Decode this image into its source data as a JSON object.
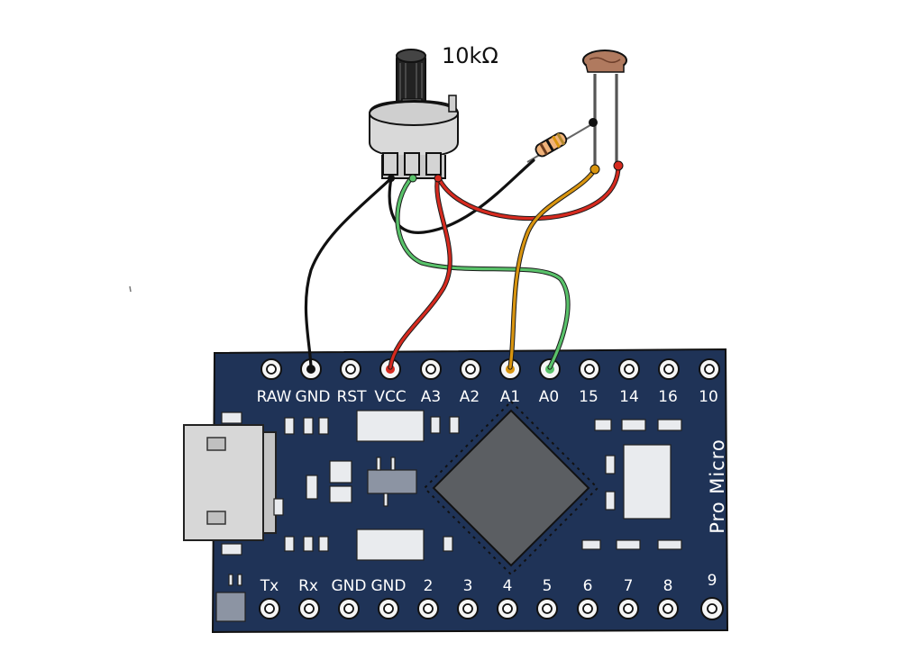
{
  "potentiometer": {
    "label": "10kΩ"
  },
  "board": {
    "name": "Pro Micro",
    "top_pins": [
      "RAW",
      "GND",
      "RST",
      "VCC",
      "A3",
      "A2",
      "A1",
      "A0",
      "15",
      "14",
      "16",
      "10"
    ],
    "bottom_pins": [
      "Tx",
      "Rx",
      "GND",
      "GND",
      "2",
      "3",
      "4",
      "5",
      "6",
      "7",
      "8",
      "9"
    ]
  },
  "colors": {
    "board": "#1f3357",
    "wire_black": "#111111",
    "wire_red": "#d62a1f",
    "wire_green": "#59c26a",
    "wire_orange": "#d9950f",
    "chip": "#5b5e62",
    "pad": "#e9ebee"
  }
}
